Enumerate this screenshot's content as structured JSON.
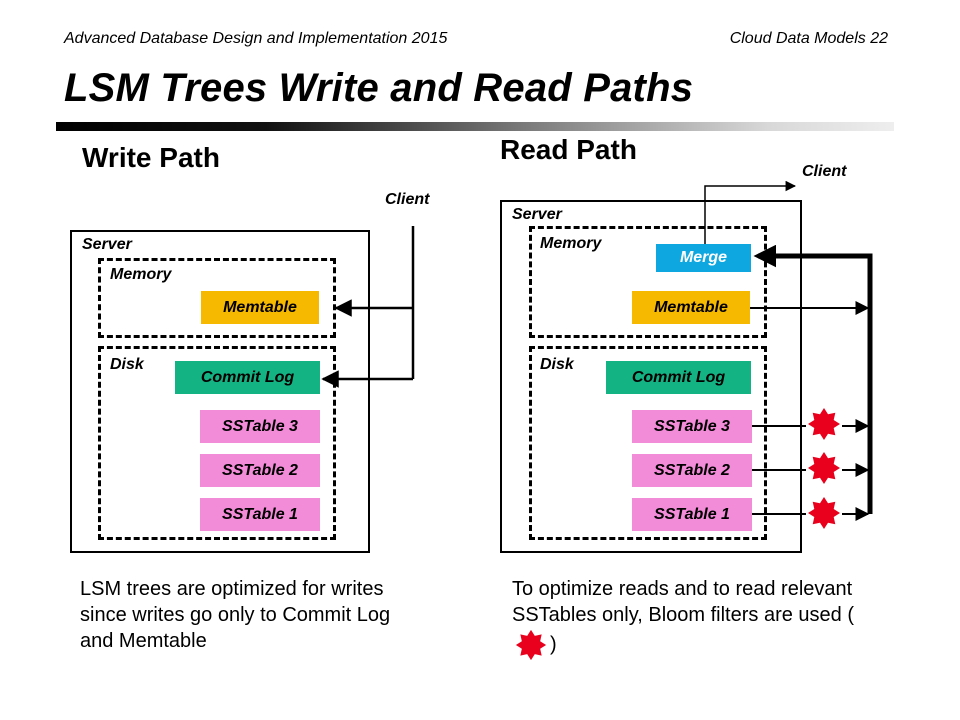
{
  "header": {
    "left": "Advanced Database Design and Implementation 2015",
    "right": "Cloud Data Models 22"
  },
  "title": "LSM Trees Write and Read Paths",
  "write_path": {
    "heading": "Write Path",
    "client": "Client",
    "server": "Server",
    "memory": "Memory",
    "disk": "Disk",
    "memtable": "Memtable",
    "commit_log": "Commit Log",
    "sstables": [
      "SSTable 3",
      "SSTable 2",
      "SSTable 1"
    ],
    "caption": "LSM trees are optimized for writes since writes go only to Commit Log and Memtable"
  },
  "read_path": {
    "heading": "Read Path",
    "client": "Client",
    "server": "Server",
    "memory": "Memory",
    "disk": "Disk",
    "merge": "Merge",
    "memtable": "Memtable",
    "commit_log": "Commit Log",
    "sstables": [
      "SSTable 3",
      "SSTable 2",
      "SSTable 1"
    ],
    "caption_before": "To optimize reads and to read relevant SSTables only, Bloom filters are used (",
    "caption_after": ")"
  },
  "colors": {
    "memtable": "#f7b800",
    "commit_log": "#13b383",
    "sstable": "#f28cd8",
    "merge": "#0fa7e0",
    "bloom_filter": "#e8001c"
  },
  "icons": {
    "bloom_filter": "red-star-burst-icon"
  }
}
